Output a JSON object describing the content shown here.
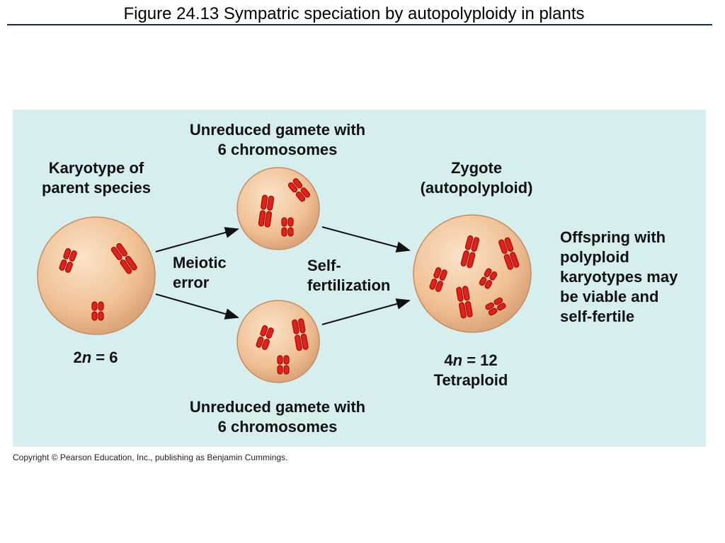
{
  "header": {
    "title": "Figure 24.13  Sympatric speciation by autopolyploidy in plants"
  },
  "diagram": {
    "parent_label_1": "Karyotype of",
    "parent_label_2": "parent species",
    "parent_ploidy_n": "2",
    "parent_ploidy_rest": " = 6",
    "gamete_top_1": "Unreduced gamete with",
    "gamete_top_2": "6 chromosomes",
    "gamete_bottom_1": "Unreduced gamete with",
    "gamete_bottom_2": "6 chromosomes",
    "meiotic_1": "Meiotic",
    "meiotic_2": "error",
    "selffert_1": "Self-",
    "selffert_2": "fertilization",
    "zygote_1": "Zygote",
    "zygote_2": "(autopolyploid)",
    "zygote_ploidy_n": "4",
    "zygote_ploidy_rest": " = 12",
    "zygote_ploidy_label": "Tetraploid",
    "offspring_1": "Offspring with",
    "offspring_2": "polyploid",
    "offspring_3": "karyotypes may",
    "offspring_4": "be viable and",
    "offspring_5": "self-fertile",
    "n_symbol": "n"
  },
  "footer": {
    "copyright": "Copyright © Pearson Education, Inc., publishing as Benjamin Cummings."
  },
  "colors": {
    "panel": "#d6eeee",
    "cell": "#f2c49a",
    "chromosome": "#e32119"
  }
}
